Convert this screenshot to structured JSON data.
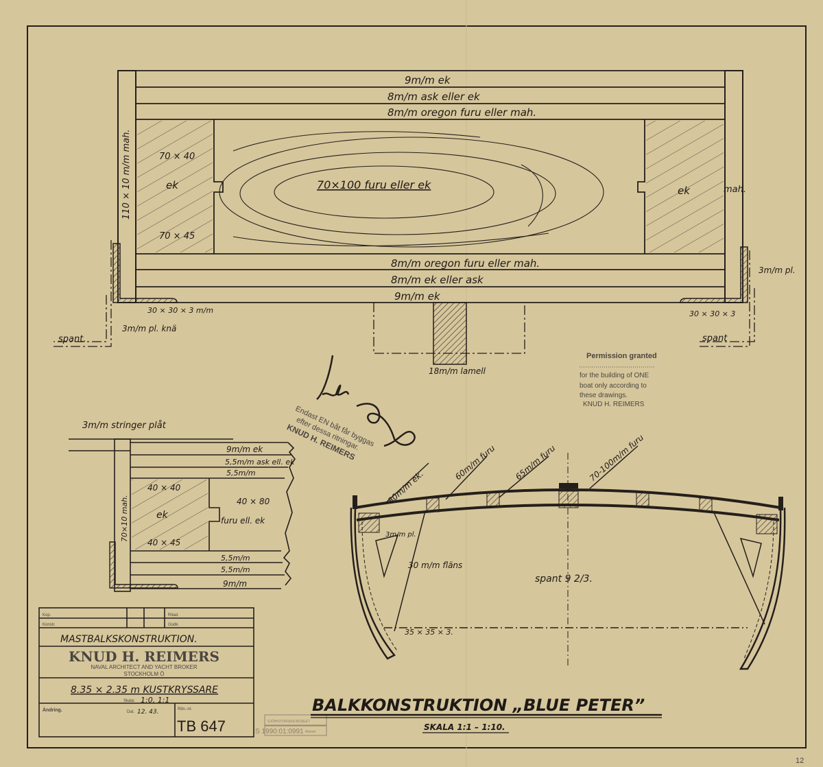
{
  "main_beam": {
    "top_planks": [
      "9m/m ek",
      "8m/m ask eller ek",
      "8m/m oregon  furu eller mah."
    ],
    "bottom_planks": [
      "8m/m oregon  furu eller mah.",
      "8m/m ek eller ask",
      "9m/m ek"
    ],
    "core": "70×100  furu eller ek",
    "left_block_top": "70 × 40",
    "left_block_mid": "ek",
    "left_block_bottom": "70 × 45",
    "right_block": "ek",
    "left_strip": "110 × 10 m/m mah.",
    "right_strip": "mah.",
    "left_angle": "30 × 30 × 3 m/m",
    "right_angle": "30 × 30 × 3",
    "left_knee": "3m/m pl. knä",
    "right_plate": "3m/m pl.",
    "spant_left": "spant.",
    "spant_right": "spant",
    "lamell": "18m/m lamell"
  },
  "detail": {
    "stringer": "3m/m stringer plåt",
    "planks": [
      "9m/m ek",
      "5,5m/m ask ell. ek",
      "5,5m/m"
    ],
    "bottom_planks": [
      "5,5m/m",
      "5,5m/m",
      "9m/m"
    ],
    "strip": "70×10 mah.",
    "block_top": "40 × 40",
    "block_mid": "ek",
    "block_bottom": "40 × 45",
    "core_size": "40 × 80",
    "core_material": "furu ell. ek"
  },
  "section": {
    "labels": [
      "80m/m ek.",
      "60m/m furu",
      "65m/m furu",
      "70-100m/m furu"
    ],
    "plate": "3m/m pl.",
    "flange": "30 m/m fläns",
    "spant": "spant  9 2/3.",
    "angle": "35 × 35 × 3."
  },
  "permission_stamp": {
    "title": "Permission granted",
    "line1": "for the building of ONE",
    "line2": "boat only according to",
    "line3": "these drawings.",
    "name": "KNUD H. REIMERS"
  },
  "swedish_stamp": {
    "line1": "Endast EN båt får byggas",
    "line2": "efter dessa ritningar.",
    "name": "KNUD H. REIMERS"
  },
  "title_block": {
    "kop": "Kop.",
    "konstr": "Konstr.",
    "ritad": "Ritad.",
    "godk": "Godk.",
    "subject": "MASTBALKSKONSTRUKTION.",
    "firm": "KNUD H. REIMERS",
    "firm_sub": "NAVAL ARCHITECT AND YACHT BROKER",
    "firm_city": "STOCKHOLM Ö",
    "boat": "8.35 × 2.35 m  KUSTKRYSSARE",
    "skala_label": "Skala:",
    "skala": "1:0, 1:1",
    "andring": "Ändring.",
    "dat_label": "Dat.",
    "dat": "12. 43.",
    "ritn_label": "Ritn.-nr.",
    "ritn": "TB 647"
  },
  "archive_stamp": {
    "museum": "SJÖHISTORISKA MUSEET",
    "arkivet": "Arkivet",
    "number": "S 1990:01:0991"
  },
  "drawing_title": "BALKKONSTRUKTION „BLUE PETER”",
  "drawing_scale": "SKALA 1:1 – 1:10.",
  "sheet_number": "12"
}
